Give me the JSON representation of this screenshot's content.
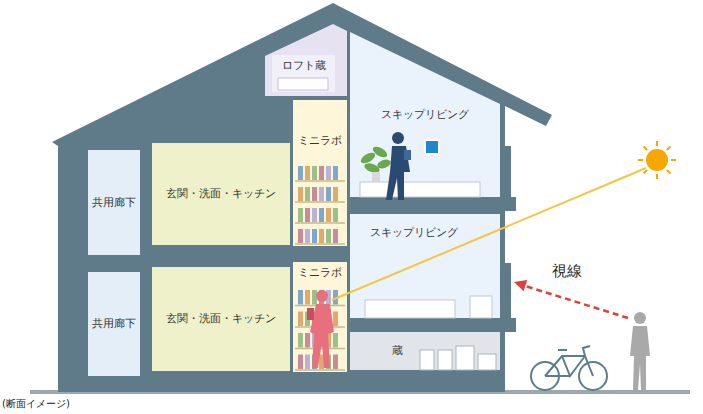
{
  "diagram": {
    "nodes": [
      {
        "text": [
          "ロフト蔵"
        ]
      },
      {
        "text": [
          "スキップリビング"
        ]
      },
      {
        "text": [
          "ミニラボ"
        ]
      },
      {
        "text": [
          "共用廊下"
        ]
      },
      {
        "text": [
          "玄関・洗面・キッチン"
        ]
      },
      {
        "text": [
          "共用廊下"
        ]
      },
      {
        "text": [
          "玄関・洗面・キッチン"
        ]
      },
      {
        "text": [
          "ミニラボ"
        ]
      },
      {
        "text": [
          "スキップリビング"
        ]
      },
      {
        "text": [
          "蔵"
        ]
      }
    ],
    "labels": [
      "視線",
      "(断面イメージ)"
    ]
  }
}
